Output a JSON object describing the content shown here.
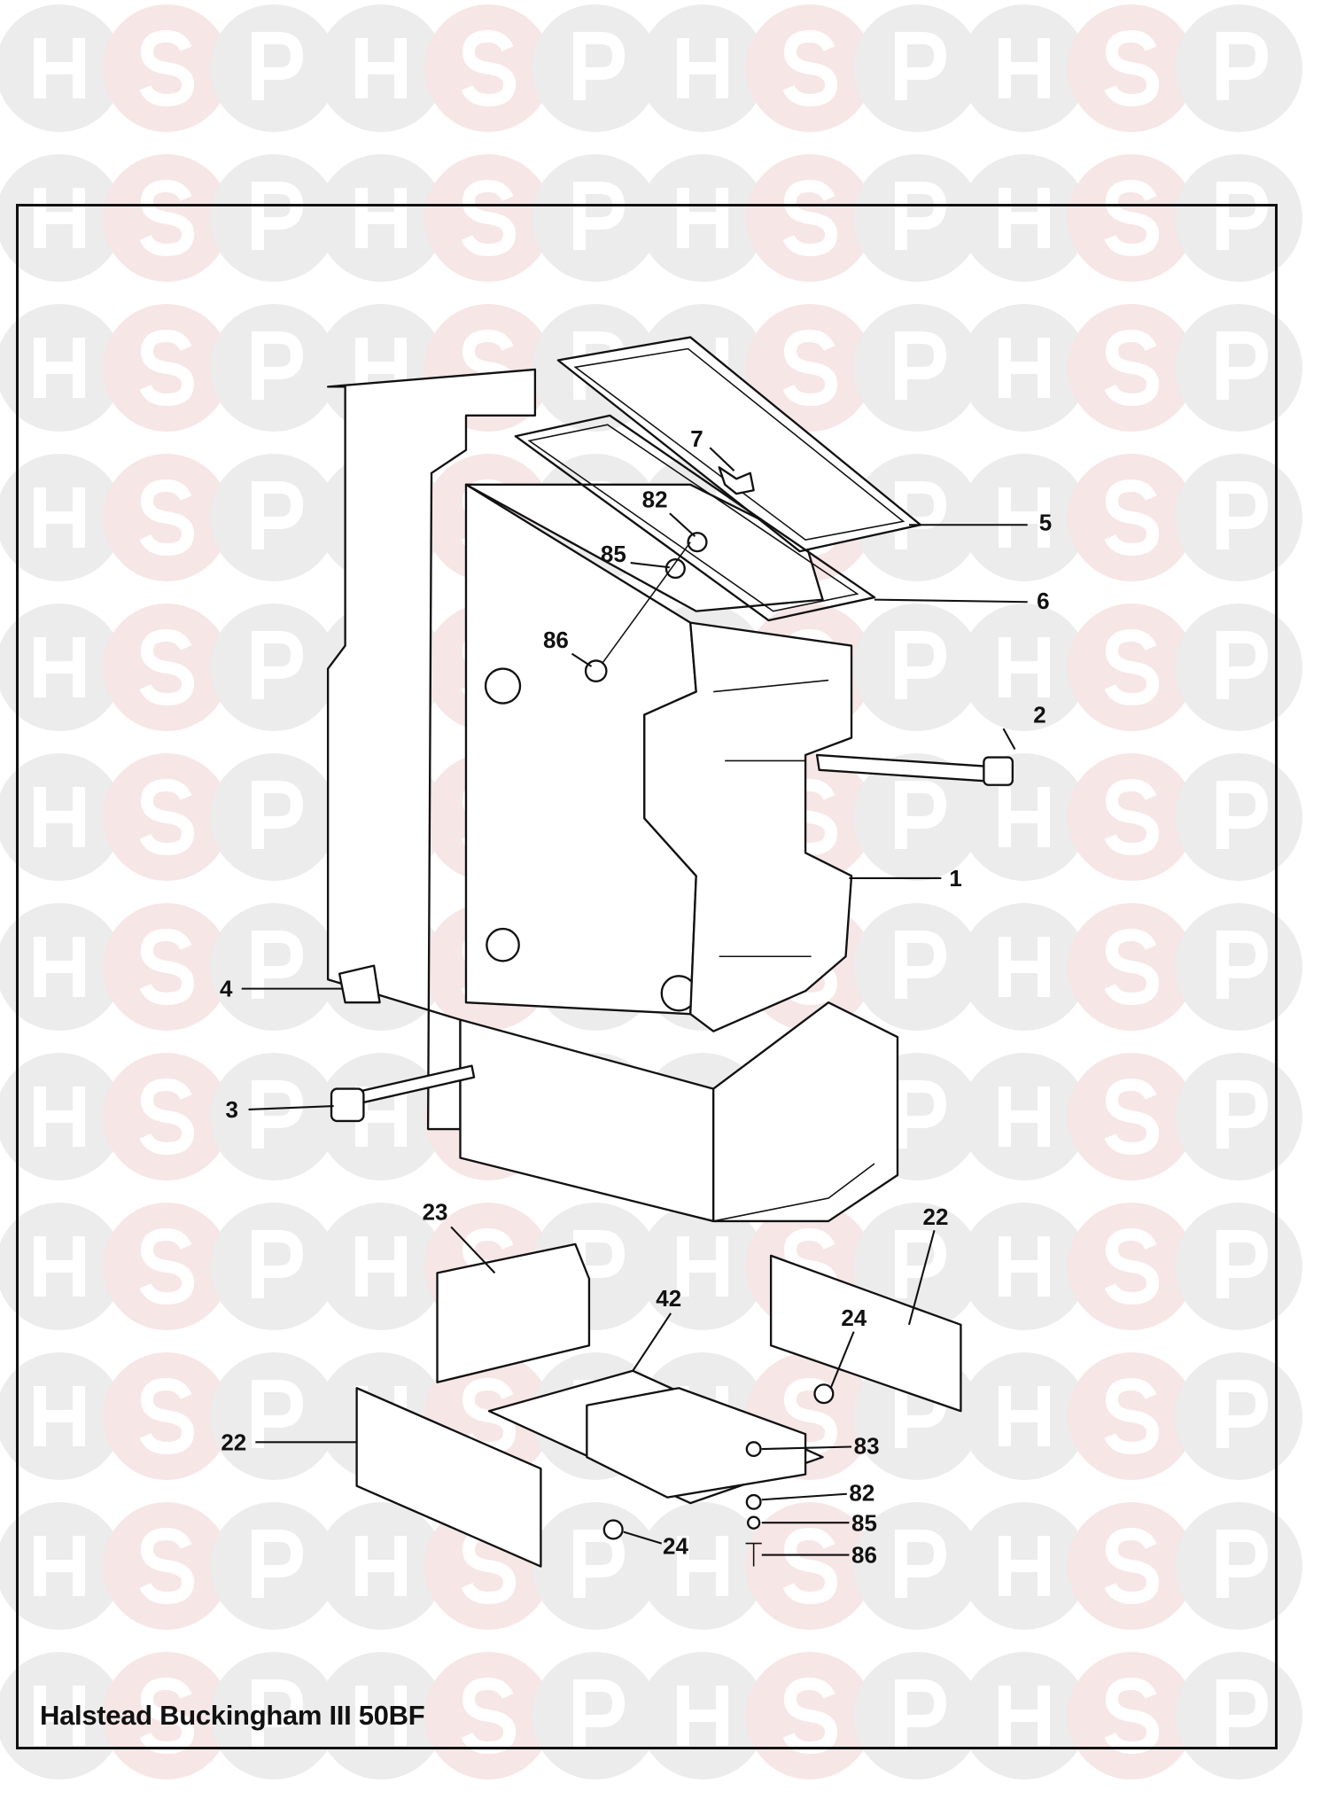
{
  "watermark": {
    "letters": [
      "H",
      "S",
      "P"
    ],
    "colors": {
      "grey": "#ececec",
      "pink": "#f7e6e6",
      "center_blue": "#cfe0ee",
      "center_pink": "#f2d2d2"
    }
  },
  "title": "Halstead Buckingham III 50BF",
  "callouts": {
    "c1": "1",
    "c2": "2",
    "c3": "3",
    "c4": "4",
    "c5": "5",
    "c6": "6",
    "c7": "7",
    "c82a": "82",
    "c85a": "85",
    "c86a": "86",
    "c22a": "22",
    "c22b": "22",
    "c23": "23",
    "c42": "42",
    "c24a": "24",
    "c24b": "24",
    "c83": "83",
    "c82b": "82",
    "c85b": "85",
    "c86b": "86"
  }
}
